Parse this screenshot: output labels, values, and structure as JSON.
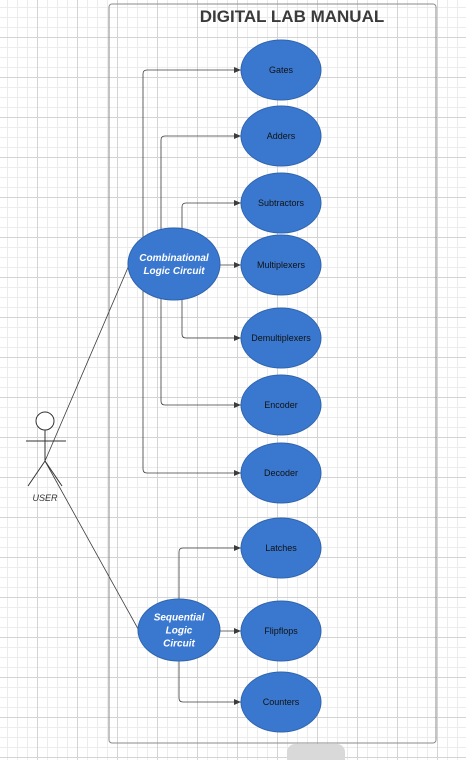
{
  "diagram": {
    "title": "DIGITAL LAB MANUAL",
    "actor": {
      "label": "USER"
    },
    "groups": [
      {
        "id": "combinational",
        "lines": [
          "Combinational",
          "Logic Circuit"
        ],
        "children": [
          "Gates",
          "Adders",
          "Subtractors",
          "Multiplexers",
          "Demultiplexers",
          "Encoder",
          "Decoder"
        ]
      },
      {
        "id": "sequential",
        "lines": [
          "Sequential",
          "Logic",
          "Circuit"
        ],
        "children": [
          "Latches",
          "Flipflops",
          "Counters"
        ]
      }
    ],
    "colors": {
      "ellipse_fill": "#3a78cf",
      "ellipse_stroke": "#2f64ad",
      "line": "#3c3c3c",
      "boundary": "#8a8a8a"
    }
  }
}
